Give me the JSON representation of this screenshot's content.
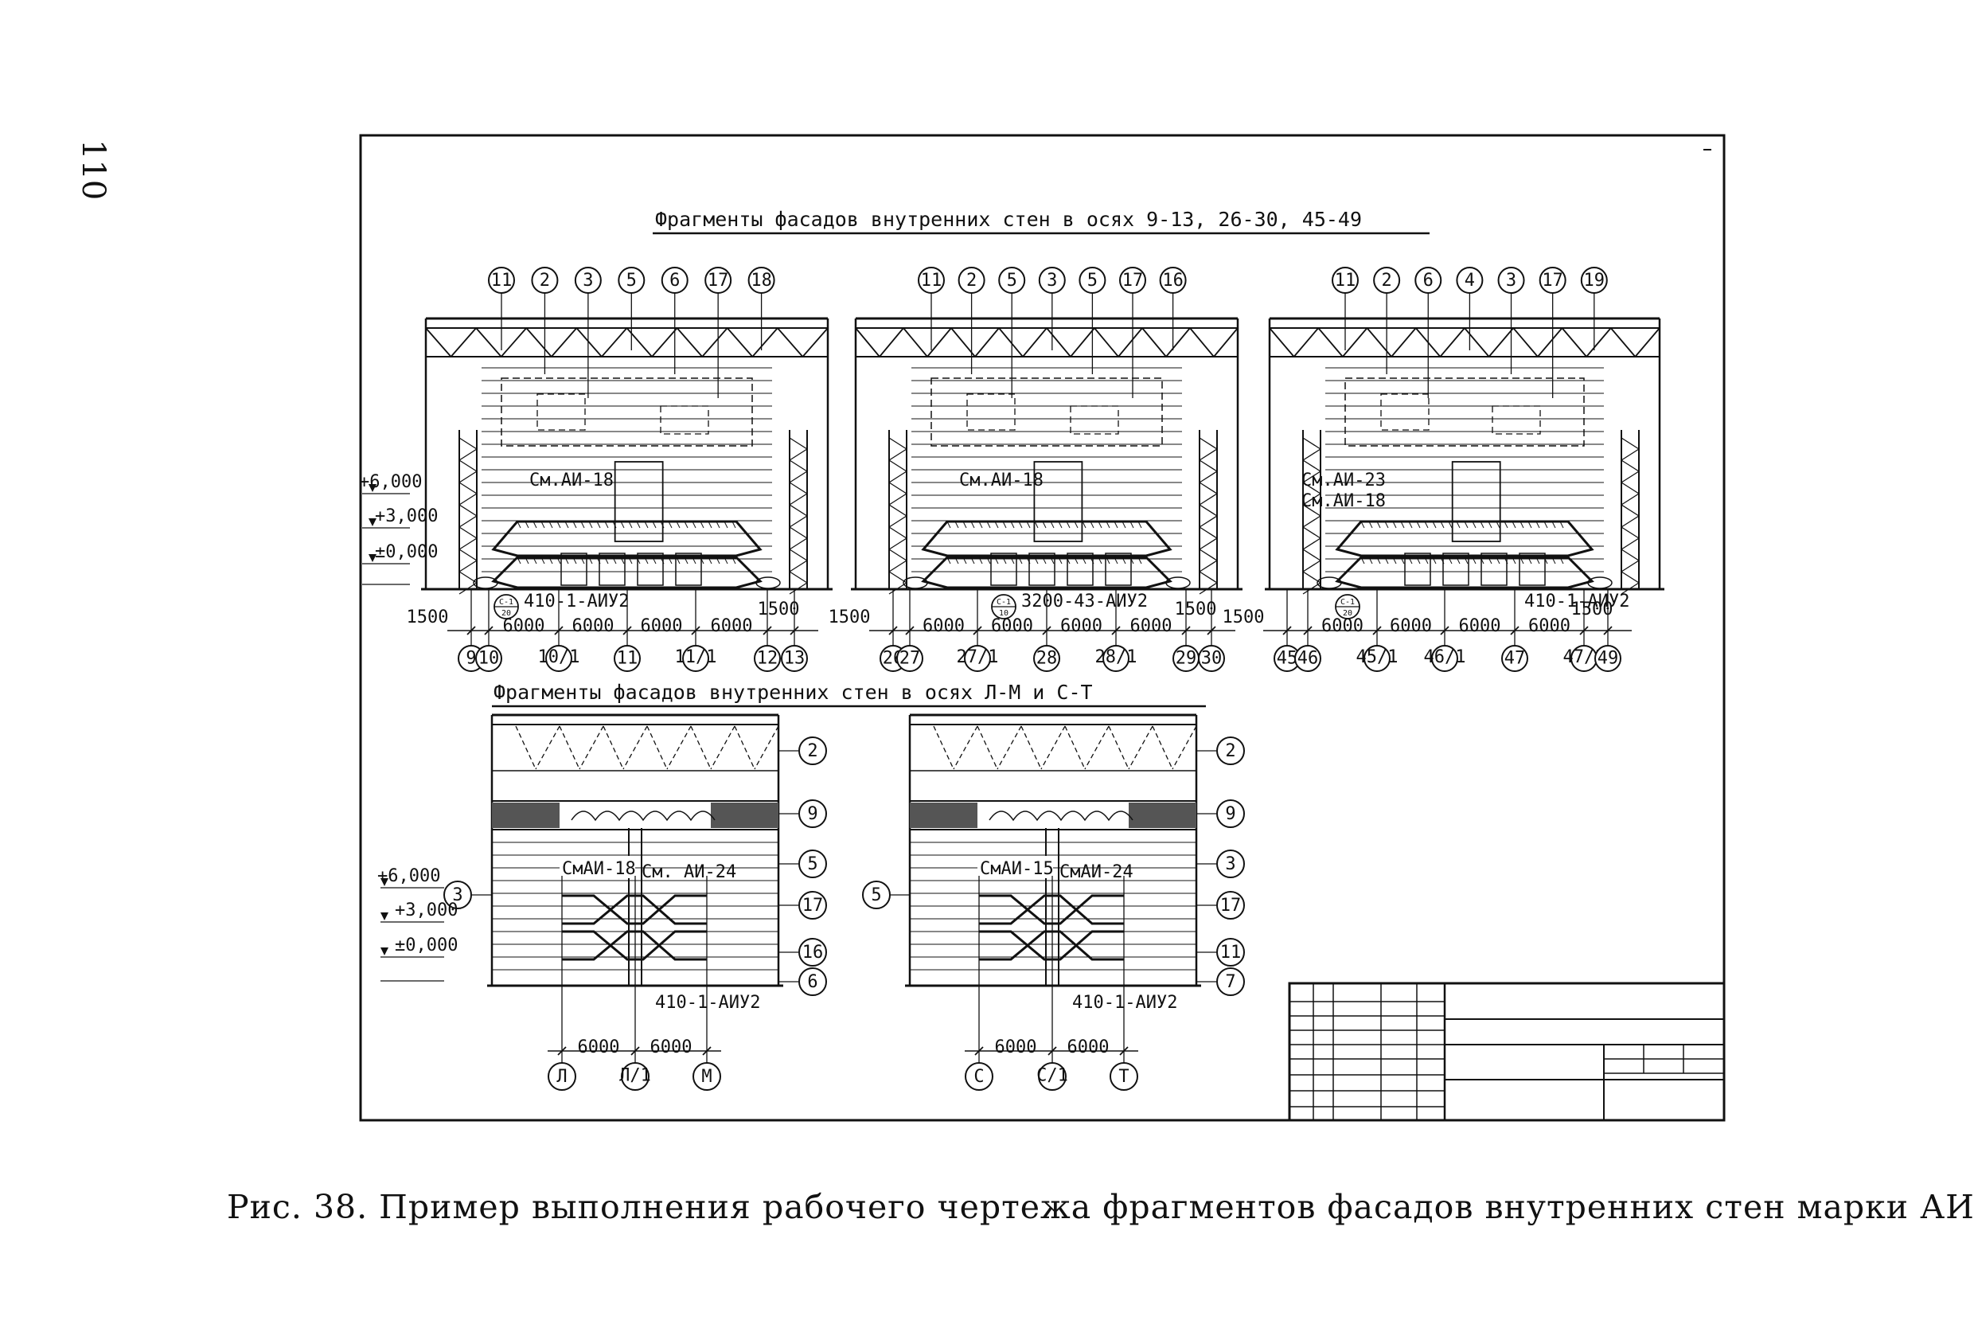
{
  "page_number": "110",
  "caption": "Рис. 38. Пример выполнения рабочего чертежа фрагментов фасадов внутренних стен марки АИ",
  "top_title": "Фрагменты фасадов внутренних стен в осях 9-13, 26-30, 45-49",
  "bottom_title": "Фрагменты фасадов внутренних стен в осях Л-М и С-Т",
  "top_panels": [
    {
      "callouts": [
        "11",
        "2",
        "3",
        "5",
        "6",
        "17",
        "18"
      ],
      "refs": [
        "См.АИ-18"
      ],
      "marker": {
        "top": "С-1",
        "bottom": "20"
      },
      "code": "410-1-АИУ2",
      "levels": [
        "+6,000",
        "+3,000",
        "±0,000"
      ],
      "dims": [
        "1500",
        "6000",
        "6000",
        "6000",
        "6000",
        "1500"
      ],
      "axes": [
        "9",
        "10",
        "10/1",
        "11",
        "11/1",
        "12",
        "13"
      ]
    },
    {
      "callouts": [
        "11",
        "2",
        "5",
        "3",
        "5",
        "17",
        "16"
      ],
      "refs": [
        "См.АИ-18"
      ],
      "marker": {
        "top": "С-1",
        "bottom": "10"
      },
      "code": "3200-43-АИУ2",
      "levels": [],
      "dims": [
        "1500",
        "6000",
        "6000",
        "6000",
        "6000",
        "1500"
      ],
      "axes": [
        "26",
        "27",
        "27/1",
        "28",
        "28/1",
        "29",
        "30"
      ]
    },
    {
      "callouts": [
        "11",
        "2",
        "6",
        "4",
        "3",
        "17",
        "19"
      ],
      "refs": [
        "См.АИ-23",
        "См.АИ-18"
      ],
      "marker": {
        "top": "С-1",
        "bottom": "20"
      },
      "code": "410-1-АИУ2",
      "levels": [],
      "dims": [
        "1500",
        "6000",
        "6000",
        "6000",
        "6000",
        "1500"
      ],
      "axes": [
        "45",
        "46",
        "45/1",
        "46/1",
        "47",
        "47/1",
        "49"
      ]
    }
  ],
  "bottom_panels": [
    {
      "side_callouts": [
        "2",
        "9",
        "5",
        "17",
        "16",
        "6"
      ],
      "left_callout": "3",
      "refs": [
        "СмАИ-18",
        "См. АИ-24"
      ],
      "code": "410-1-АИУ2",
      "levels": [
        "+6,000",
        "+3,000",
        "±0,000"
      ],
      "dims": [
        "6000",
        "6000"
      ],
      "axes": [
        "Л",
        "Л/1",
        "М"
      ]
    },
    {
      "side_callouts": [
        "2",
        "9",
        "3",
        "17",
        "11",
        "7"
      ],
      "left_callout": "5",
      "refs": [
        "СмАИ-15",
        "СмАИ-24"
      ],
      "code": "410-1-АИУ2",
      "levels": [],
      "dims": [
        "6000",
        "6000"
      ],
      "axes": [
        "С",
        "С/1",
        "Т"
      ]
    }
  ]
}
